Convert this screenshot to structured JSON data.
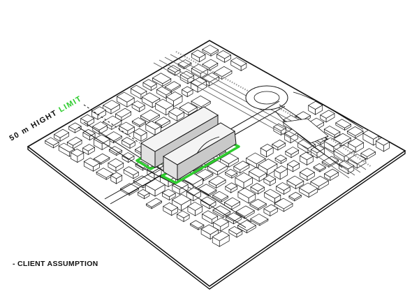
{
  "height_label": {
    "prefix": "50 m HIGHT ",
    "highlight": "LIMIT"
  },
  "caption": "- CLIENT ASSUMPTION",
  "colors": {
    "accent": "#2ecc2e",
    "line": "#111111",
    "building_top": "#f4f4f4",
    "building_left": "#e2e2e2",
    "building_right": "#c9c9c9"
  }
}
